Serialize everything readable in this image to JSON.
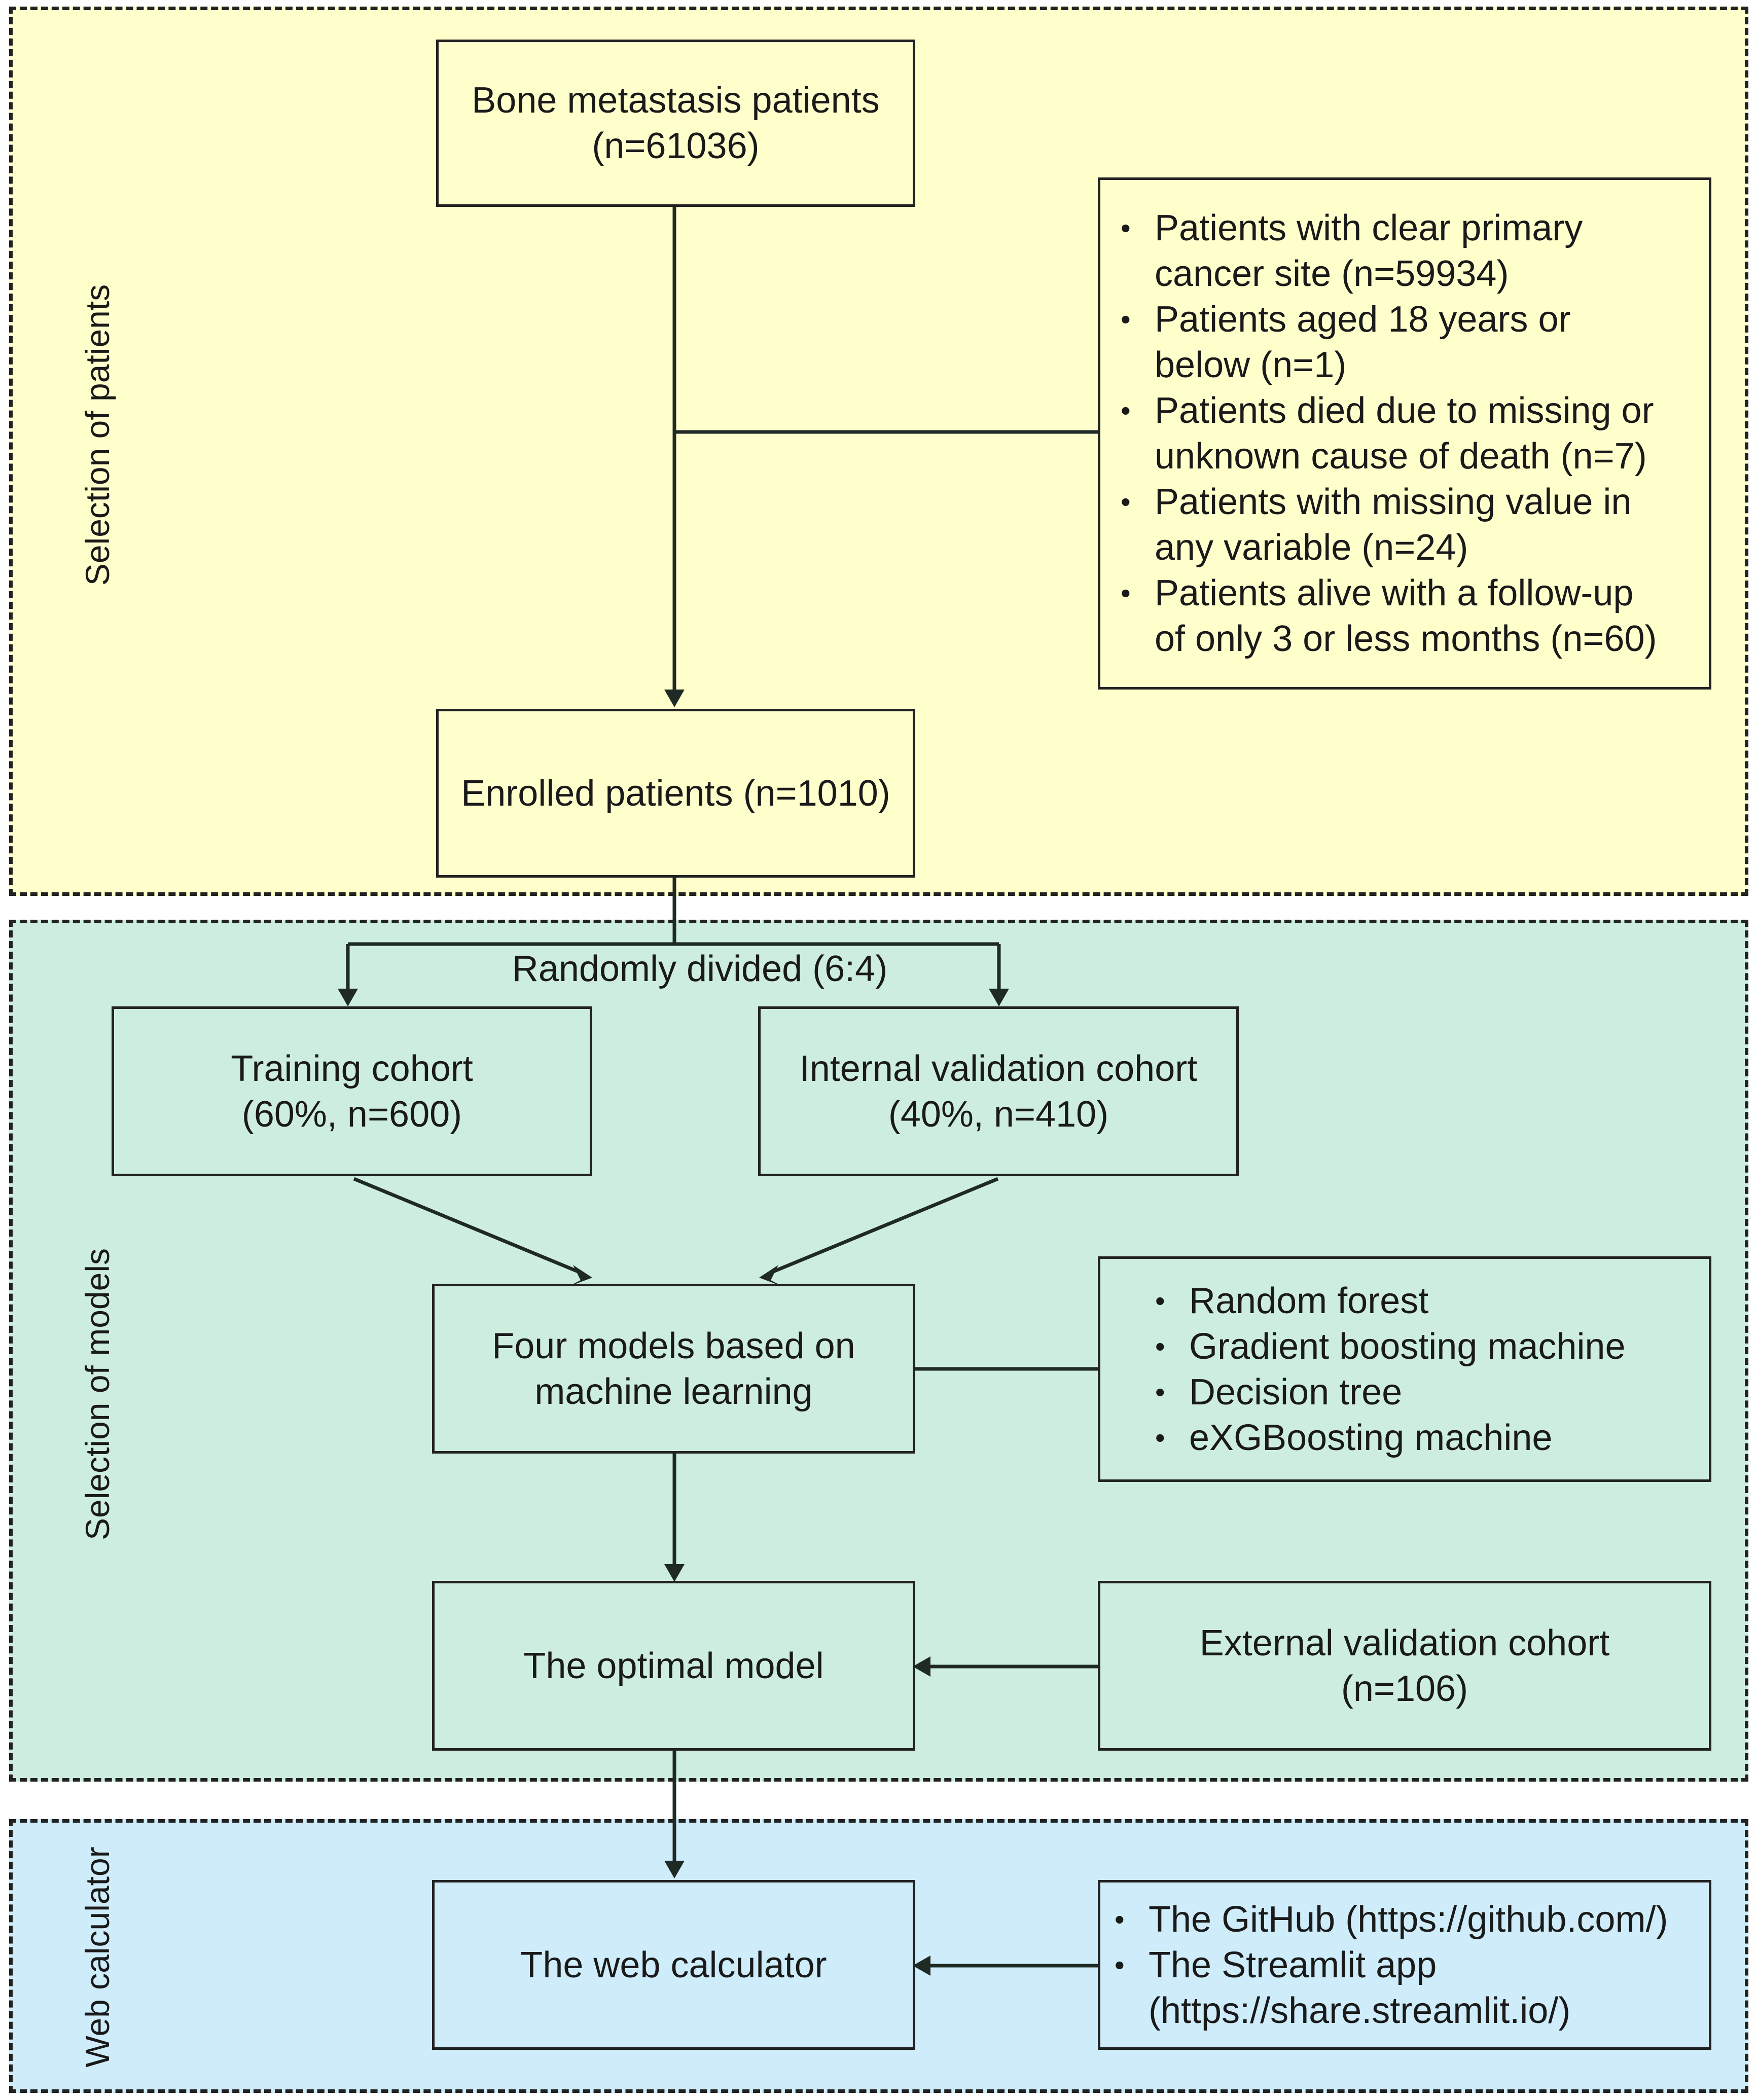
{
  "sections": {
    "patients": "Selection of patients",
    "models": "Selection of models",
    "web": "Web calculator"
  },
  "boxes": {
    "bone": [
      "Bone metastasis patients",
      "(n=61036)"
    ],
    "enrolled": "Enrolled patients (n=1010)",
    "training": [
      "Training cohort",
      "(60%, n=600)"
    ],
    "internal": [
      "Internal validation cohort",
      "(40%, n=410)"
    ],
    "four_models": [
      "Four models based on",
      "machine learning"
    ],
    "optimal": "The optimal model",
    "external": [
      "External validation cohort",
      "(n=106)"
    ],
    "web_calc": "The web calculator"
  },
  "exclusions": [
    [
      "Patients with clear primary",
      "cancer site (n=59934)"
    ],
    [
      "Patients aged 18 years or",
      "below (n=1)"
    ],
    [
      "Patients died due to missing or",
      "unknown cause of death (n=7)"
    ],
    [
      "Patients with missing value in",
      "any variable (n=24)"
    ],
    [
      "Patients alive with a follow-up",
      "of only 3 or less months (n=60)"
    ]
  ],
  "split_label": "Randomly divided (6:4)",
  "models_list": [
    "Random forest",
    "Gradient boosting machine",
    "Decision tree",
    "eXGBoosting machine"
  ],
  "web_list": [
    [
      "The GitHub (https://github.com/)"
    ],
    [
      "The Streamlit app",
      "(https://share.streamlit.io/)"
    ]
  ]
}
